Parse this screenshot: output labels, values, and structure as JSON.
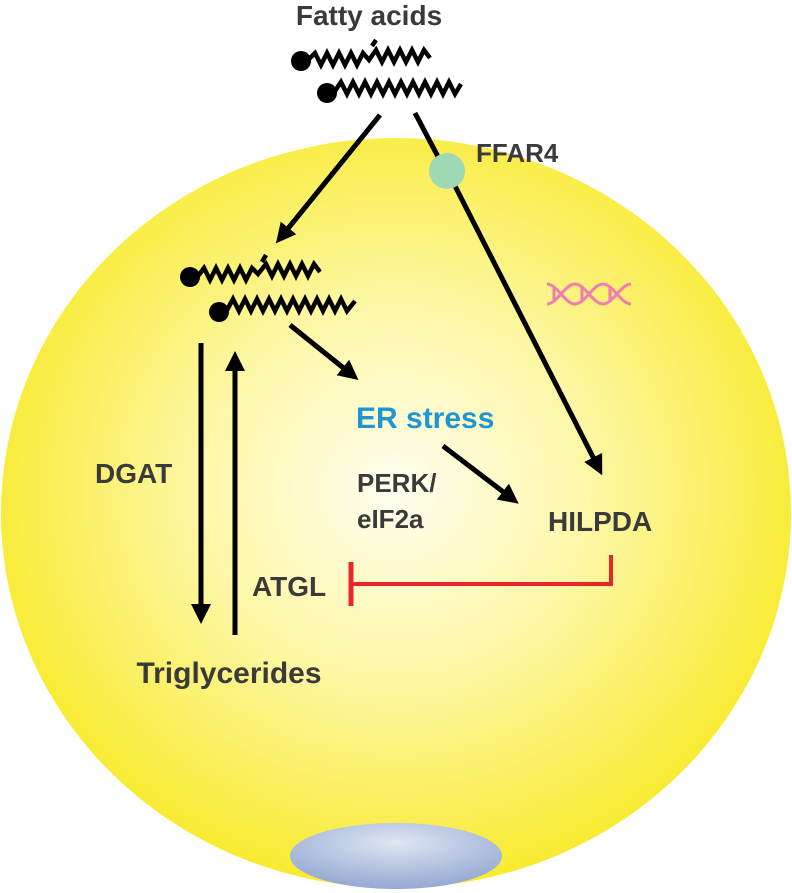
{
  "labels": {
    "fatty_acids": "Fatty acids",
    "ffar4": "FFAR4",
    "er_stress": "ER stress",
    "perk_line1": "PERK/",
    "perk_line2": "eIF2a",
    "hilpda": "HILPDA",
    "dgat": "DGAT",
    "atgl": "ATGL",
    "triglycerides": "Triglycerides"
  },
  "colors": {
    "cell_center": "#fffef0",
    "cell_edge": "#f8ea28",
    "er_stress_text": "#1f96d2",
    "ffar4_receptor": "#9fd8b4",
    "inhibition_line": "#e8262b",
    "dna_helix": "#f07cb0",
    "nucleus_center": "#dfe6f3",
    "nucleus_edge": "#8ea3cf",
    "text": "#3a3a3a"
  },
  "icons": {
    "fatty_acid": "fatty-acid-molecule-icon",
    "receptor": "ffar4-receptor-icon",
    "dna": "dna-helix-icon",
    "nucleus": "nucleus-icon"
  }
}
